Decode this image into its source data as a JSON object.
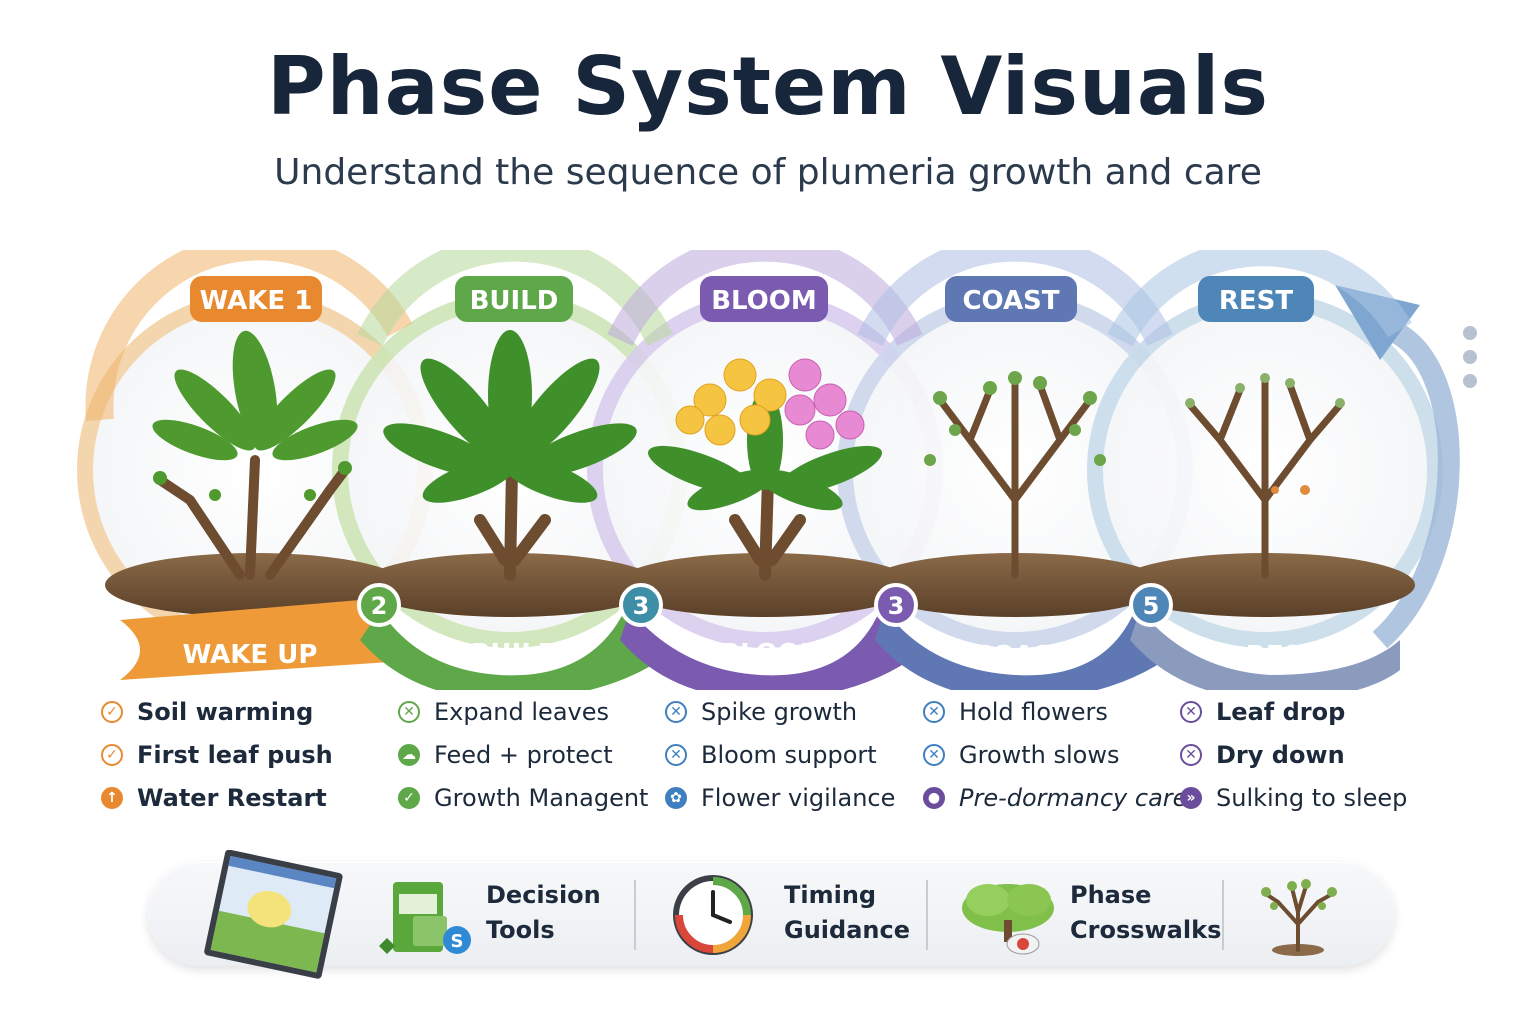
{
  "title": "Phase System Visuals",
  "subtitle": "Understand the sequence of plumeria growth and care",
  "phases": [
    {
      "pill": "WAKE 1",
      "band": "WAKE UP",
      "number": "",
      "color": "#e8892f",
      "items": [
        {
          "icon": "check-circle-icon",
          "text": "Soil warming"
        },
        {
          "icon": "check-circle-icon",
          "text": "First leaf push"
        },
        {
          "icon": "up-arrow-circle-icon",
          "text": "Water Restart"
        }
      ]
    },
    {
      "pill": "BUILD",
      "band": "BUILD",
      "number": "2",
      "color": "#5fa84a",
      "items": [
        {
          "icon": "x-circle-icon",
          "text": "Expand leaves"
        },
        {
          "icon": "leaf-cloud-icon",
          "text": "Feed + protect"
        },
        {
          "icon": "shield-check-icon",
          "text": "Growth Managent"
        }
      ]
    },
    {
      "pill": "BLOOM",
      "band": "BLOOM",
      "number": "3",
      "color": "#7a5bb0",
      "items": [
        {
          "icon": "x-circle-icon",
          "text": "Spike growth"
        },
        {
          "icon": "x-circle-icon",
          "text": "Bloom support"
        },
        {
          "icon": "flower-badge-icon",
          "text": "Flower vigilance"
        }
      ]
    },
    {
      "pill": "COAST",
      "band": "COAST",
      "number": "3",
      "color": "#5f78b4",
      "items": [
        {
          "icon": "x-circle-icon",
          "text": "Hold flowers"
        },
        {
          "icon": "x-circle-icon",
          "text": "Growth slows"
        },
        {
          "icon": "lock-badge-icon",
          "text": "Pre-dormancy care"
        }
      ]
    },
    {
      "pill": "REST",
      "band": "REST",
      "number": "5",
      "color": "#4f86b8",
      "items": [
        {
          "icon": "x-circle-icon",
          "text": "Leaf drop"
        },
        {
          "icon": "x-circle-icon",
          "text": "Dry down"
        },
        {
          "icon": "arrow-badge-icon",
          "text": "Sulking to sleep"
        }
      ]
    }
  ],
  "toolbar": {
    "decision_tools": "Decision Tools",
    "timing_guidance": "Timing Guidance",
    "phase_crosswalks": "Phase Crosswalks",
    "badge_letter": "S"
  }
}
